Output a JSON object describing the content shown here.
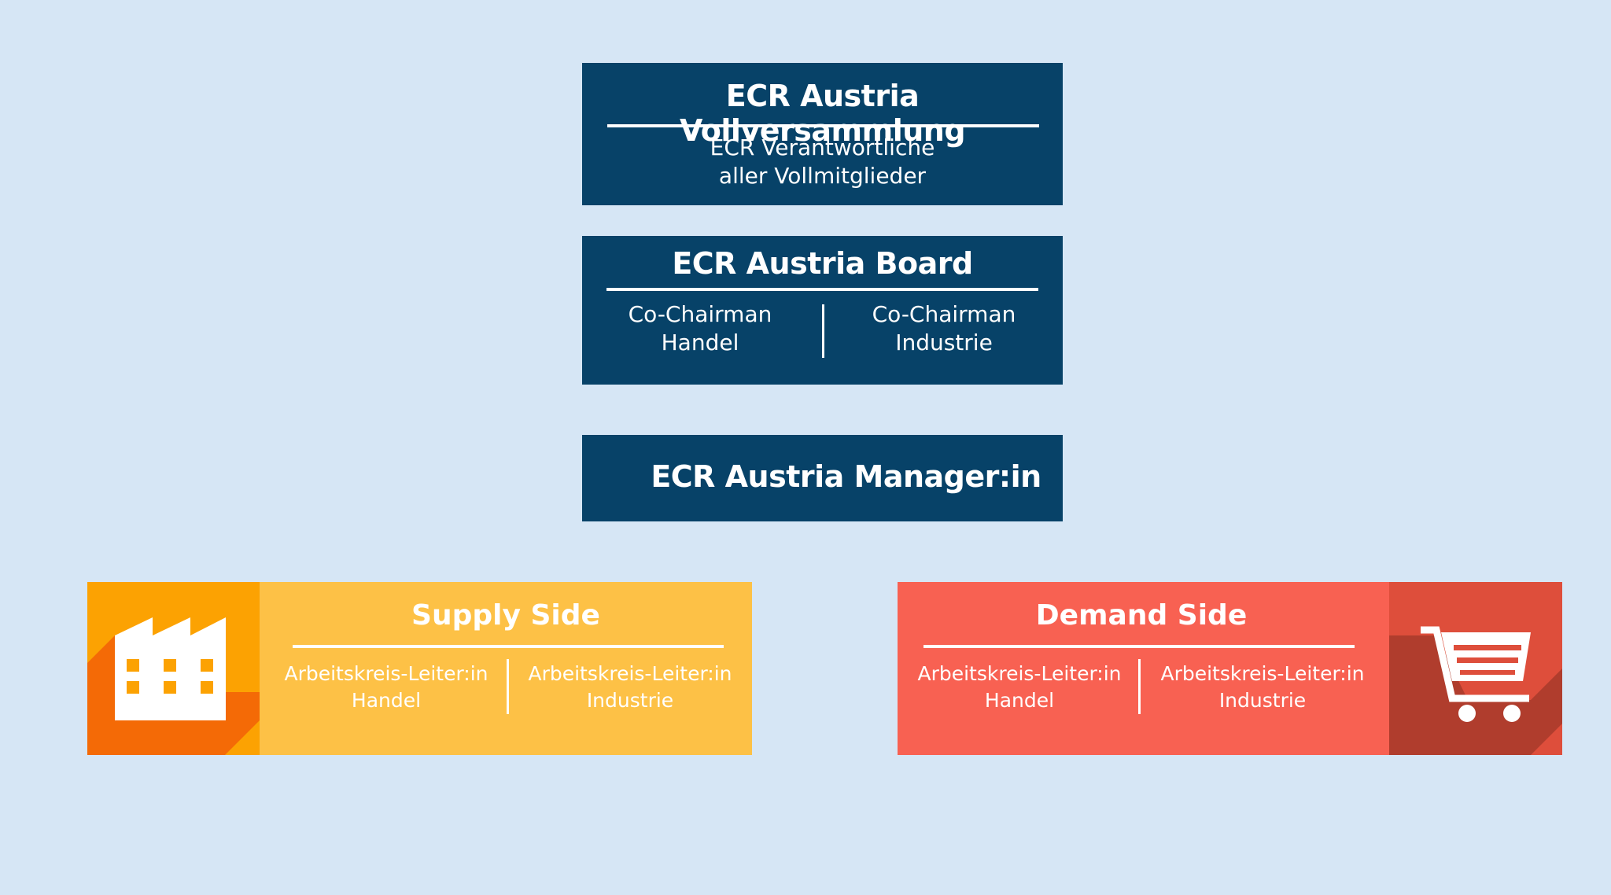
{
  "assembly": {
    "title": "ECR Austria Vollversammlung",
    "subtitle_line1": "ECR Verantwortliche",
    "subtitle_line2": "aller Vollmitglieder"
  },
  "board": {
    "title": "ECR Austria Board",
    "left_line1": "Co-Chairman",
    "left_line2": "Handel",
    "right_line1": "Co-Chairman",
    "right_line2": "Industrie"
  },
  "manager": {
    "title": "ECR Austria Manager:in"
  },
  "supply": {
    "title": "Supply Side",
    "icon": "factory-icon",
    "left_line1": "Arbeitskreis-Leiter:in",
    "left_line2": "Handel",
    "right_line1": "Arbeitskreis-Leiter:in",
    "right_line2": "Industrie"
  },
  "demand": {
    "title": "Demand Side",
    "icon": "shopping-cart-icon",
    "left_line1": "Arbeitskreis-Leiter:in",
    "left_line2": "Handel",
    "right_line1": "Arbeitskreis-Leiter:in",
    "right_line2": "Industrie"
  },
  "colors": {
    "background": "#d6e6f5",
    "navy": "#074268",
    "supply_light": "#fdc146",
    "supply_dark": "#fca202",
    "supply_shadow": "#f46a06",
    "demand_light": "#f86152",
    "demand_dark": "#de4e3b",
    "demand_shadow": "#b03d2d"
  }
}
